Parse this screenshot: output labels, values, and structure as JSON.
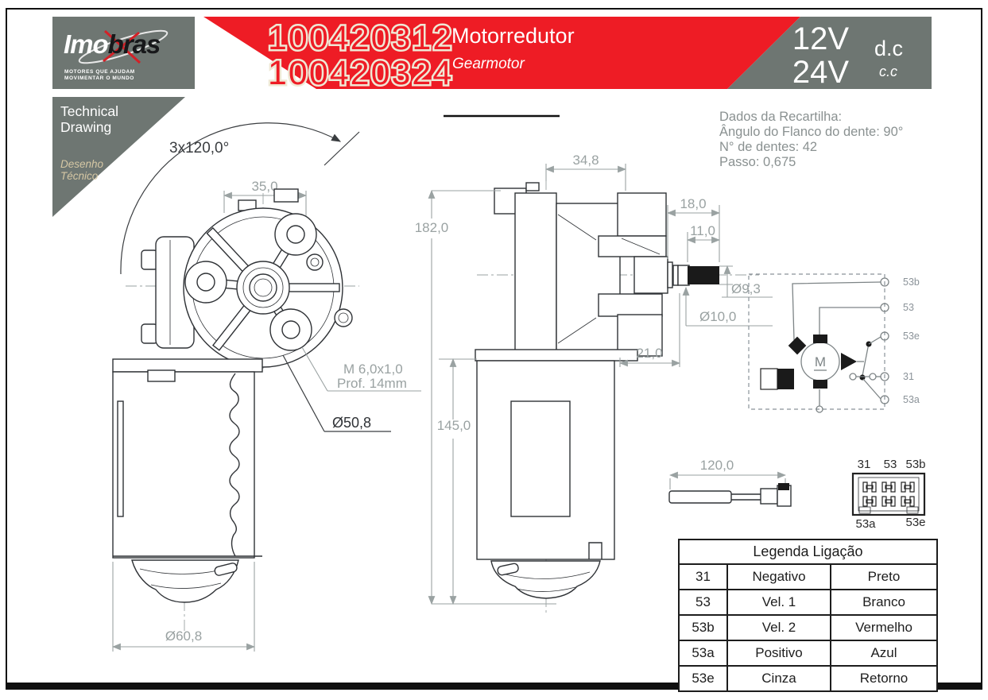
{
  "header": {
    "brand": {
      "name_prefix": "Imo",
      "name_suffix": "bras",
      "tagline_line1": "MOTORES QUE AJUDAM",
      "tagline_line2": "MOVIMENTAR O MUNDO"
    },
    "part_number_1": "100420312",
    "part_number_2": "100420324",
    "product_name": "Motorredutor",
    "product_name_en": "Gearmotor",
    "voltage_1": "12V",
    "voltage_2": "24V",
    "current_type": "d.c",
    "current_type_alt": "c.c",
    "colors": {
      "gray": "#6e7672",
      "red": "#ee1c25"
    }
  },
  "tech_label": {
    "en1": "Technical",
    "en2": "Drawing",
    "pt1": "Desenho",
    "pt2": "Técnico"
  },
  "recartilha": {
    "title": "Dados da Recartilha:",
    "line1": "Ângulo do Flanco do dente: 90°",
    "line2": "N° de dentes: 42",
    "line3": "Passo: 0,675"
  },
  "front_view": {
    "dims": {
      "angle": "3x120,0°",
      "width_top": "35,0",
      "thread": "M 6,0x1,0",
      "thread_depth": "Prof. 14mm",
      "bearing_dia": "Ø50,8",
      "body_dia": "Ø60,8"
    }
  },
  "side_view": {
    "dims": {
      "width_top": "34,8",
      "total_height": "182,0",
      "shaft_ext": "18,0",
      "thread_len": "11,0",
      "shaft_dia": "Ø9,3",
      "bush_dia": "Ø10,0",
      "shaft_offset": "21,0",
      "body_height": "145,0"
    }
  },
  "wiring": {
    "motor_label": "M",
    "terminals": [
      "53b",
      "53",
      "53e",
      "31",
      "53a"
    ]
  },
  "cable": {
    "length_dim": "120,0"
  },
  "connector": {
    "top_labels": [
      "31",
      "53",
      "53b"
    ],
    "bottom_labels": [
      "53a",
      "53e"
    ]
  },
  "legend": {
    "title": "Legenda Ligação",
    "rows": [
      [
        "31",
        "Negativo",
        "Preto"
      ],
      [
        "53",
        "Vel. 1",
        "Branco"
      ],
      [
        "53b",
        "Vel. 2",
        "Vermelho"
      ],
      [
        "53a",
        "Positivo",
        "Azul"
      ],
      [
        "53e",
        "Cinza",
        "Retorno"
      ]
    ]
  }
}
